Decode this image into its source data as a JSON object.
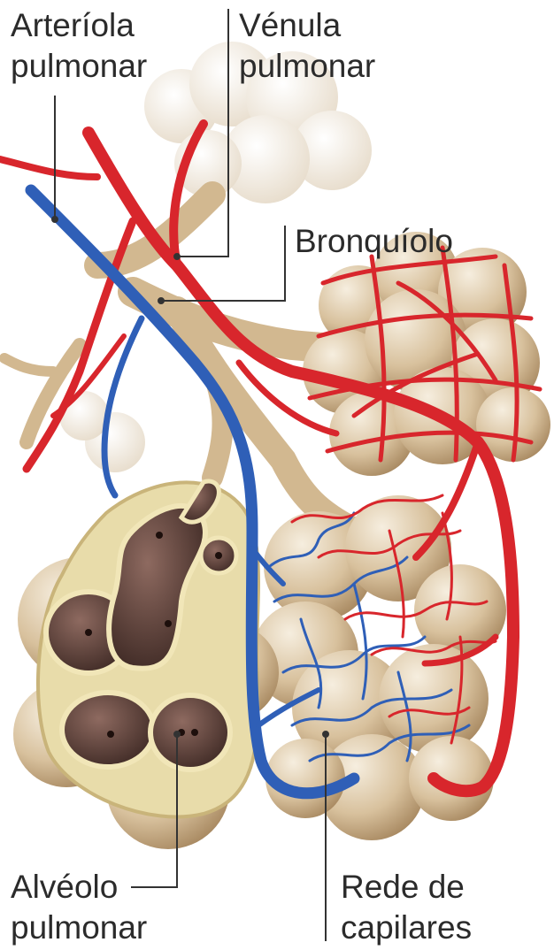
{
  "labels": {
    "arteriola": [
      "Arteríola",
      "pulmonar"
    ],
    "venula": [
      "Vénula",
      "pulmonar"
    ],
    "bronquiolo": [
      "Bronquíolo"
    ],
    "alveolo": [
      "Alvéolo",
      "pulmonar"
    ],
    "capilares": [
      "Rede de",
      "capilares"
    ]
  },
  "colors": {
    "artery": "#d8262c",
    "vein": "#2f5fb7",
    "tissue": "#d9c3a2",
    "tissue_light": "#efe3cf",
    "alveolus_cavity": "#6b4a42",
    "leader_line": "#333333",
    "text": "#2b2b2b"
  }
}
